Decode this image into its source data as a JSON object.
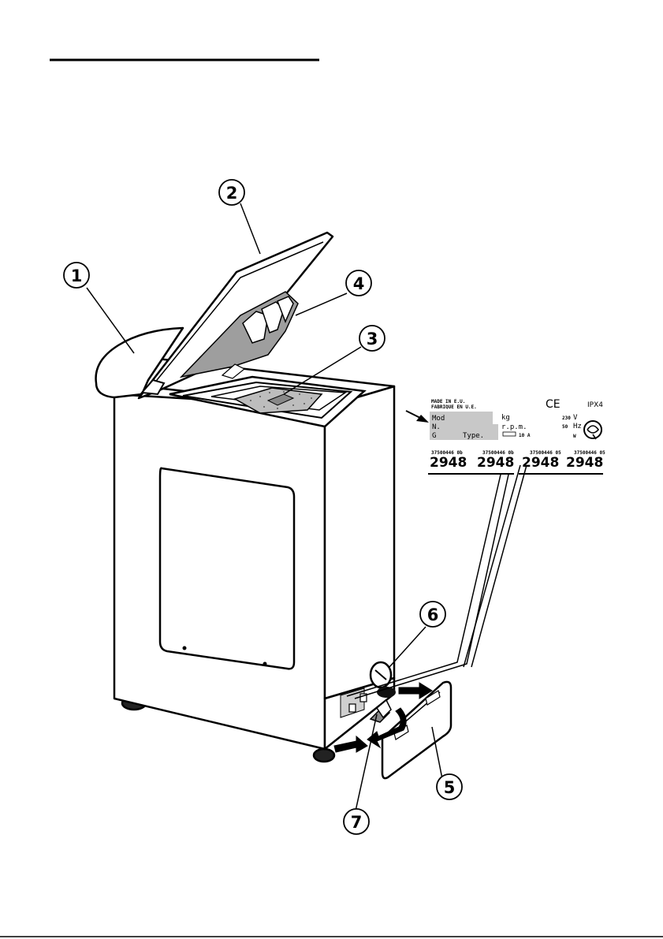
{
  "callouts": [
    "1",
    "2",
    "3",
    "4",
    "5",
    "6",
    "7"
  ],
  "rating_plate": {
    "made_in": "MADE IN E.U.",
    "fabrique": "FABRIQUE EN U.E.",
    "ce_mark": "CE",
    "ipx": "IPX4",
    "mod": "Mod",
    "n": "N.",
    "g": "G",
    "type": "Type.",
    "kg": "kg",
    "rpm": "r.p.m.",
    "fuse": "10 A",
    "volt_value": "230",
    "volt_unit": "V",
    "hz_value": "50",
    "hz_unit": "Hz",
    "watt_unit": "W",
    "codes": [
      "37500446 0b",
      "37500446 0b",
      "37500446 05",
      "37500446 05"
    ],
    "numbers": [
      "2948",
      "2948",
      "2948",
      "2948"
    ]
  }
}
